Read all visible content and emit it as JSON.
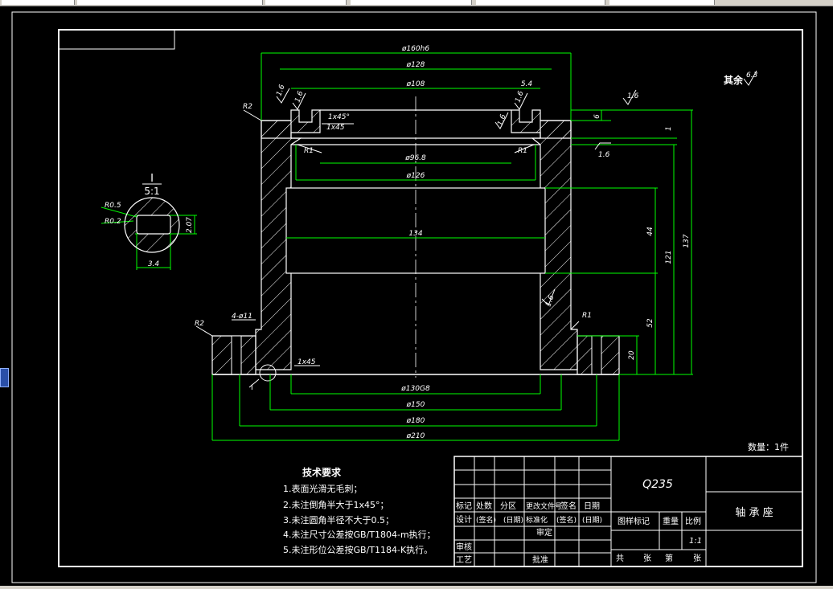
{
  "app": {
    "toolbar_combos": [
      "",
      "",
      "",
      "",
      "",
      ""
    ],
    "bg_color": "#000000",
    "line_white": "#ffffff",
    "dim_green": "#00ff00",
    "accent_blue": "#2a4fa8"
  },
  "drawing": {
    "roughness_note_prefix": "其余",
    "roughness_note_value": "6.3",
    "roughness_values": [
      "1.6",
      "1.6",
      "1.6",
      "1.6",
      "1.6",
      "1.6",
      "1.6"
    ],
    "dims_horizontal": {
      "d160": "ø160h6",
      "d128_top": "ø128",
      "d108": "ø108",
      "w54": "5.4",
      "d968": "ø96.8",
      "d126": "ø126",
      "d134": "134",
      "d130": "ø130G8",
      "d150": "ø150",
      "d180": "ø180",
      "d210": "ø210"
    },
    "dims_vertical": {
      "v6": "6",
      "v1": "1",
      "v137": "137",
      "v121": "121",
      "v44": "44",
      "v52": "52",
      "v20": "20"
    },
    "radii": {
      "r2_top": "R2",
      "r1_left": "R1",
      "r1_right": "R1",
      "r1_base": "R1",
      "r2_base": "R2"
    },
    "chamfers": {
      "c1": "1x45°",
      "c2": "1x45",
      "c3": "1x45"
    },
    "holes": "4-ø11",
    "detail_mark": "I",
    "detail": {
      "label": "I",
      "scale": "5:1",
      "r05": "R0.5",
      "r02": "R0.2",
      "h207": "2.07",
      "w34": "3.4"
    },
    "quantity": "数量：1件"
  },
  "tech": {
    "title": "技术要求",
    "items": [
      "1.表面光滑无毛刺；",
      "2.未注倒角半大于1x45°；",
      "3.未注圆角半径不大于0.5；",
      "4.未注尺寸公差按GB/T1804-m执行；",
      "5.未注形位公差按GB/T1184-K执行。"
    ]
  },
  "title_block": {
    "material": "Q235",
    "part_name": "轴 承 座",
    "row_headers": [
      "标记",
      "处数",
      "分区",
      "更改文件号",
      "签名",
      "日期"
    ],
    "row2": [
      "设计",
      "(签名)",
      "(日期)",
      "标准化",
      "(签名)",
      "(日期)"
    ],
    "review": "审核",
    "craft": "工艺",
    "approve": "批准",
    "determined": "审定",
    "stage_mark": "图样标记",
    "weight": "重量",
    "ratio": "比例",
    "ratio_value": "1:1",
    "sheets": [
      "共",
      "张",
      "第",
      "张"
    ]
  }
}
